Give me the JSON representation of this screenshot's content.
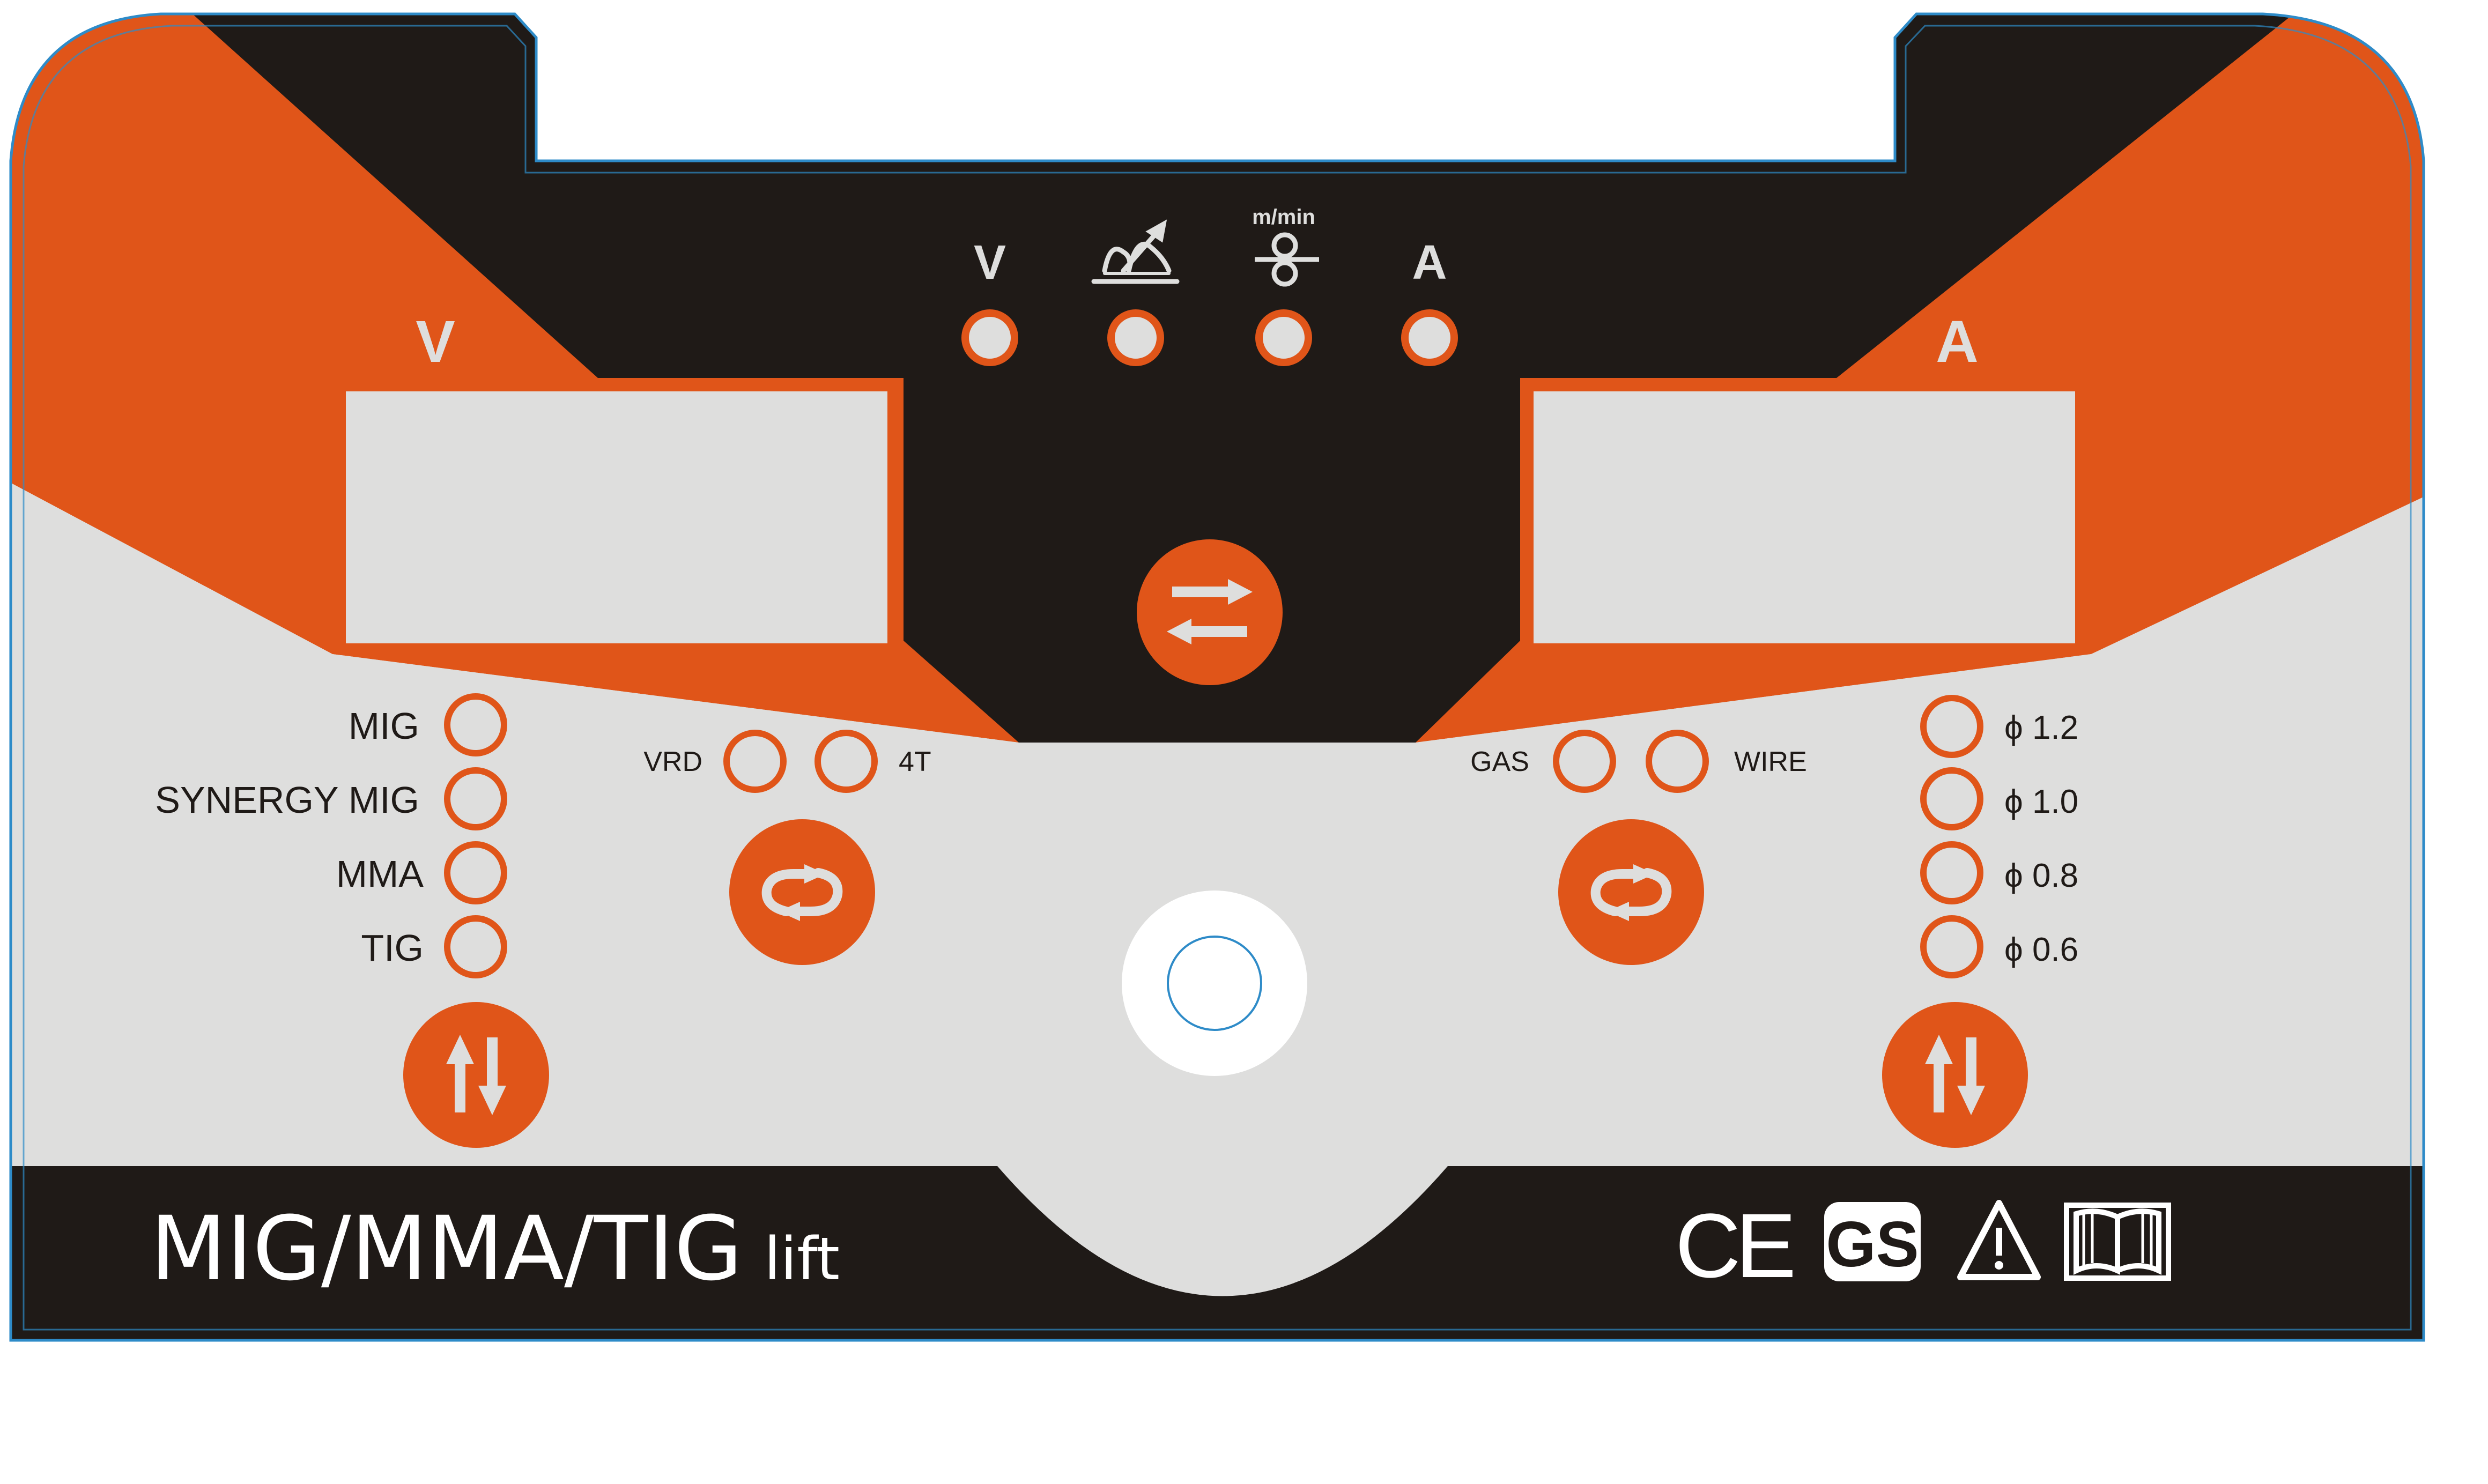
{
  "colors": {
    "orange": "#E05519",
    "black": "#1F1A17",
    "gray": "#DEDEDD",
    "white": "#FFFFFF",
    "outline": "#2E8BC8"
  },
  "displays": {
    "left_label": "V",
    "right_label": "A"
  },
  "top_indicators": {
    "voltage": "V",
    "inductance_icon": "arc-inductance-icon",
    "wire_speed_unit": "m/min",
    "wire_speed_icon": "wire-feed-icon",
    "current": "A"
  },
  "process_modes": [
    "MIG",
    "SYNERGY MIG",
    "MMA",
    "TIG"
  ],
  "options_left": {
    "vrd": "VRD",
    "trigger": "4T"
  },
  "options_right": {
    "gas": "GAS",
    "wire": "WIRE"
  },
  "wire_diameters": [
    "ϕ 1.2",
    "ϕ 1.0",
    "ϕ 0.8",
    "ϕ 0.6"
  ],
  "buttons": {
    "swap": "swap-arrows-icon",
    "cycle_left": "cycle-arrows-icon",
    "cycle_right": "cycle-arrows-icon",
    "updown_left": "up-down-arrows-icon",
    "updown_right": "up-down-arrows-icon"
  },
  "footer": {
    "title": "MIG/MMA/TIG",
    "subtitle": "lift",
    "marks": [
      "CE",
      "GS"
    ]
  }
}
